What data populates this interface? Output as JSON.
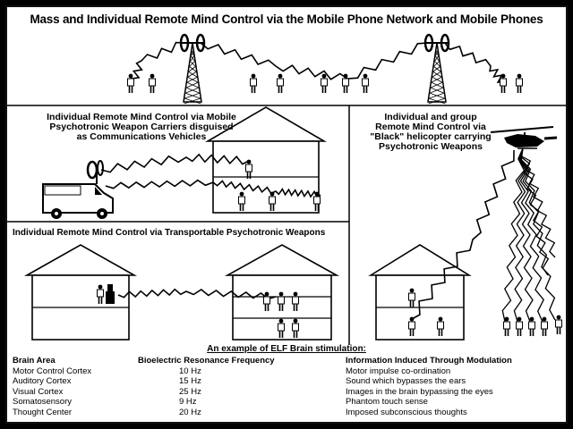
{
  "title": "Mass and Individual Remote Mind Control via the Mobile Phone Network and Mobile Phones",
  "panels": {
    "vehicle_caption": [
      "Individual Remote Mind Control via Mobile",
      "Psychotronic Weapon Carriers disguised",
      "as Communications Vehicles"
    ],
    "transportable_caption": "Individual Remote Mind Control via Transportable Psychotronic Weapons",
    "helicopter_caption": [
      "Individual and group",
      "Remote Mind Control via",
      "\"Black\" helicopter carrying",
      "Psychotronic Weapons"
    ]
  },
  "elf": {
    "title": "An example of ELF Brain stimulation:",
    "headers": {
      "area": "Brain Area",
      "frequency": "Bioelectric Resonance Frequency",
      "information": "Information Induced Through Modulation"
    },
    "rows": [
      {
        "area": "Motor Control Cortex",
        "frequency": "10 Hz",
        "information": "Motor impulse co-ordination"
      },
      {
        "area": "Auditory Cortex",
        "frequency": "15 Hz",
        "information": "Sound which bypasses the ears"
      },
      {
        "area": "Visual Cortex",
        "frequency": "25 Hz",
        "information": "Images in the brain bypassing the eyes"
      },
      {
        "area": "Somatosensory",
        "frequency": "9 Hz",
        "information": "Phantom touch sense"
      },
      {
        "area": "Thought Center",
        "frequency": "20 Hz",
        "information": "Imposed subconscious thoughts"
      }
    ]
  },
  "colors": {
    "ink": "#000000",
    "paper": "#ffffff",
    "frame": "#000000"
  }
}
